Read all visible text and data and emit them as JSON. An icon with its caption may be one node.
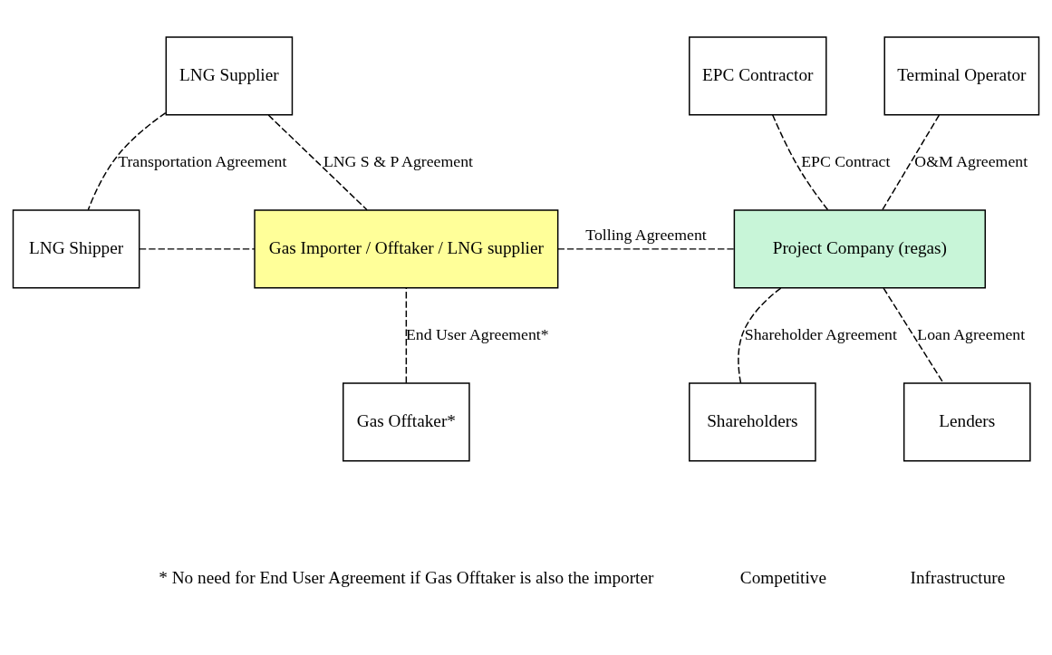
{
  "diagram": {
    "nodes": [
      {
        "text": [
          "LNG Supplier"
        ]
      },
      {
        "text": [
          "LNG Shipper"
        ]
      },
      {
        "text": [
          "Gas Offtaker*"
        ]
      },
      {
        "text": [
          "Gas Importer / Offtaker / LNG supplier"
        ]
      },
      {
        "text": [
          "EPC Contractor"
        ]
      },
      {
        "text": [
          "Terminal Operator"
        ]
      },
      {
        "text": [
          "Project Company (regas)"
        ]
      },
      {
        "text": [
          "Shareholders"
        ]
      },
      {
        "text": [
          "Lenders"
        ]
      }
    ],
    "edges": [
      {
        "from": 0,
        "to": 1,
        "arrow": "none",
        "style": "dashed",
        "label": "Transportation Agreement"
      },
      {
        "from": 0,
        "to": 3,
        "arrow": "none",
        "style": "dashed",
        "label": "LNG S & P Agreement"
      },
      {
        "from": 1,
        "to": 3,
        "arrow": "none",
        "style": "dashed"
      },
      {
        "from": 2,
        "to": 3,
        "arrow": "none",
        "style": "dashed",
        "label": "End User Agreement*"
      },
      {
        "from": 3,
        "to": 6,
        "arrow": "none",
        "style": "dashed",
        "label": "Tolling Agreement"
      },
      {
        "from": 4,
        "to": 6,
        "arrow": "none",
        "style": "dashed",
        "label": "EPC Contract"
      },
      {
        "from": 5,
        "to": 6,
        "arrow": "none",
        "style": "dashed",
        "label": "O&M Agreement"
      },
      {
        "from": 6,
        "to": 7,
        "arrow": "none",
        "style": "dashed",
        "label": "Shareholder Agreement"
      },
      {
        "from": 6,
        "to": 8,
        "arrow": "none",
        "style": "dashed",
        "label": "Loan Agreement"
      }
    ],
    "labels": [
      "* No need for End User Agreement if Gas Offtaker is also the importer",
      "Competitive",
      "Infrastructure"
    ]
  }
}
